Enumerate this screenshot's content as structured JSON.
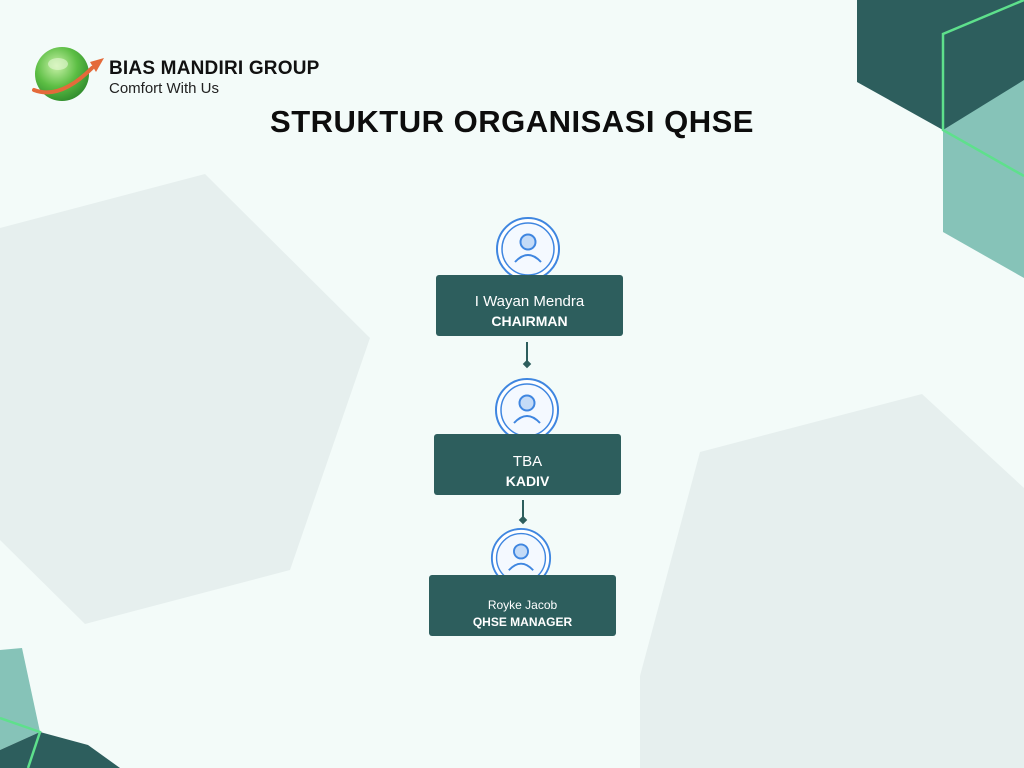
{
  "brand": {
    "name": "BIAS MANDIRI GROUP",
    "tagline": "Comfort With Us",
    "logo_icon": "globe-swoosh-logo"
  },
  "title": "STRUKTUR ORGANISASI QHSE",
  "org_chart": [
    {
      "name": "I Wayan Mendra",
      "role": "CHAIRMAN"
    },
    {
      "name": "TBA",
      "role": "KADIV"
    },
    {
      "name": "Royke Jacob",
      "role": "QHSE MANAGER"
    }
  ],
  "colors": {
    "card": "#2d5e5d",
    "accent_blue": "#3f86e0",
    "background": "#f3fbf9",
    "corner_dark": "#2d5e5d",
    "corner_light": "#86c3b8",
    "corner_line": "#5ee08c"
  }
}
